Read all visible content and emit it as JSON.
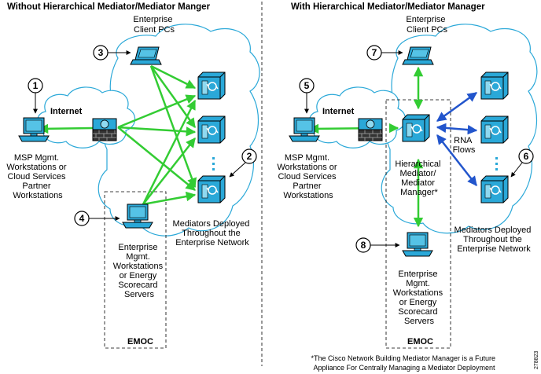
{
  "left": {
    "title": "Without Hierarchical Mediator/Mediator Manger",
    "client_pcs": [
      "Enterprise",
      "Client PCs"
    ],
    "internet": "Internet",
    "msp": [
      "MSP Mgmt.",
      "Workstations or",
      "Cloud Services",
      "Partner",
      "Workstations"
    ],
    "mediators": [
      "Mediators Deployed",
      "Throughout the",
      "Enterprise Network"
    ],
    "enterprise_mgmt": [
      "Enterprise",
      "Mgmt.",
      "Workstations",
      "or Energy",
      "Scorecard",
      "Servers"
    ],
    "emoc": "EMOC",
    "callouts": [
      "1",
      "2",
      "3",
      "4"
    ]
  },
  "right": {
    "title": "With Hierarchical Mediator/Mediator Manager",
    "client_pcs": [
      "Enterprise",
      "Client PCs"
    ],
    "internet": "Internet",
    "msp": [
      "MSP Mgmt.",
      "Workstations or",
      "Cloud Services",
      "Partner",
      "Workstations"
    ],
    "hierarchical": [
      "Hierarchical",
      "Mediator/",
      "Mediator",
      "Manager*"
    ],
    "rna": [
      "RNA",
      "Flows"
    ],
    "mediators": [
      "Mediators Deployed",
      "Throughout the",
      "Enterprise Network"
    ],
    "enterprise_mgmt": [
      "Enterprise",
      "Mgmt.",
      "Workstations",
      "or Energy",
      "Scorecard",
      "Servers"
    ],
    "emoc": "EMOC",
    "callouts": [
      "5",
      "6",
      "7",
      "8"
    ]
  },
  "footnote": [
    "*The Cisco Network Building Mediator Manager is a Future",
    "Appliance For Centrally Managing a Mediator Deployment"
  ],
  "figure_id": "278823",
  "colors": {
    "green": "#33cc33",
    "blue": "#2255cc",
    "device": "#2aa8d8",
    "cloud": "#2aa8d8"
  }
}
